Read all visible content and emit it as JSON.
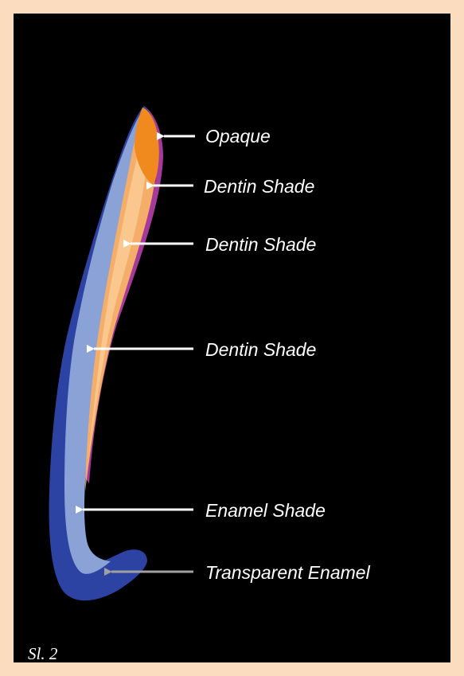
{
  "labels": {
    "opaque": "Opaque",
    "dentin_1": "Dentin Shade",
    "dentin_2": "Dentin Shade",
    "dentin_3": "Dentin Shade",
    "enamel": "Enamel Shade",
    "transparent_enamel": "Transparent Enamel"
  },
  "caption": "Sl. 2",
  "colors": {
    "page_border": "#fcdcbf",
    "background": "#000000",
    "opaque_layer": "#f08a1e",
    "dentin_layer": "#f5ad6a",
    "dentin_light": "#fac88e",
    "enamel_layer": "#8aa2d6",
    "transparent_enamel_layer": "#2c43a3",
    "opaque_edge": "#a53a9b",
    "arrow_white": "#ffffff",
    "arrow_gray": "#a0a0a0"
  }
}
